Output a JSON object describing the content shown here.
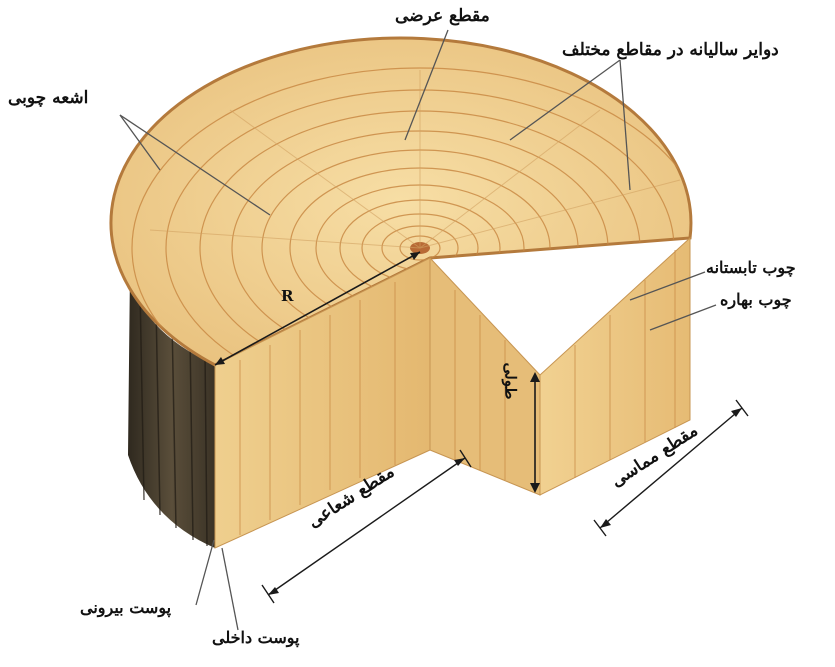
{
  "labels": {
    "cross_section": "مقطع عرضی",
    "annual_rings": "دوایر سالیانه در مقاطع مختلف",
    "wood_rays": "اشعه چوبی",
    "summer_wood": "چوب تابستانه",
    "spring_wood": "چوب بهاره",
    "radius": "R",
    "longitudinal": "طولی",
    "radial_section": "مقطع شعاعی",
    "tangential_section": "مقطع مماسی",
    "outer_bark": "پوست بیرونی",
    "inner_bark": "پوست داخلی"
  },
  "colors": {
    "wood_light": "#f3d79c",
    "wood_mid": "#e7be78",
    "ring_line": "#c98a45",
    "bark_dark": "#3b3326",
    "bark_mid": "#5a4e3a",
    "pith": "#b86a35"
  }
}
